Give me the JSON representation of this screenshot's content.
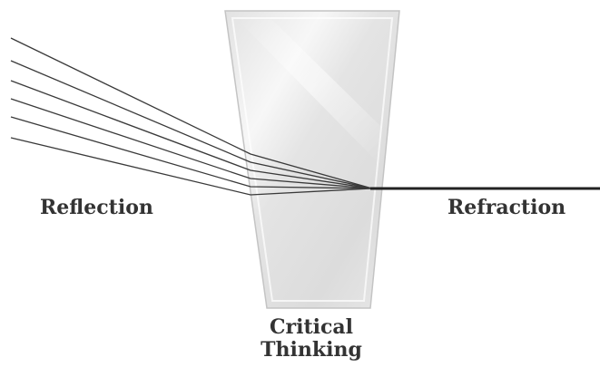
{
  "labels": {
    "left": "Reflection",
    "right": "Refraction",
    "bottom_line1": "Critical",
    "bottom_line2": "Thinking"
  },
  "colors": {
    "prism_fill": "#e6e6e6",
    "prism_edge": "#c4c4c4",
    "ray_color": "#3a3a3a",
    "label_color": "#333333"
  },
  "diagram": {
    "incoming_ray_count": 6,
    "outgoing_ray_count": 1
  }
}
